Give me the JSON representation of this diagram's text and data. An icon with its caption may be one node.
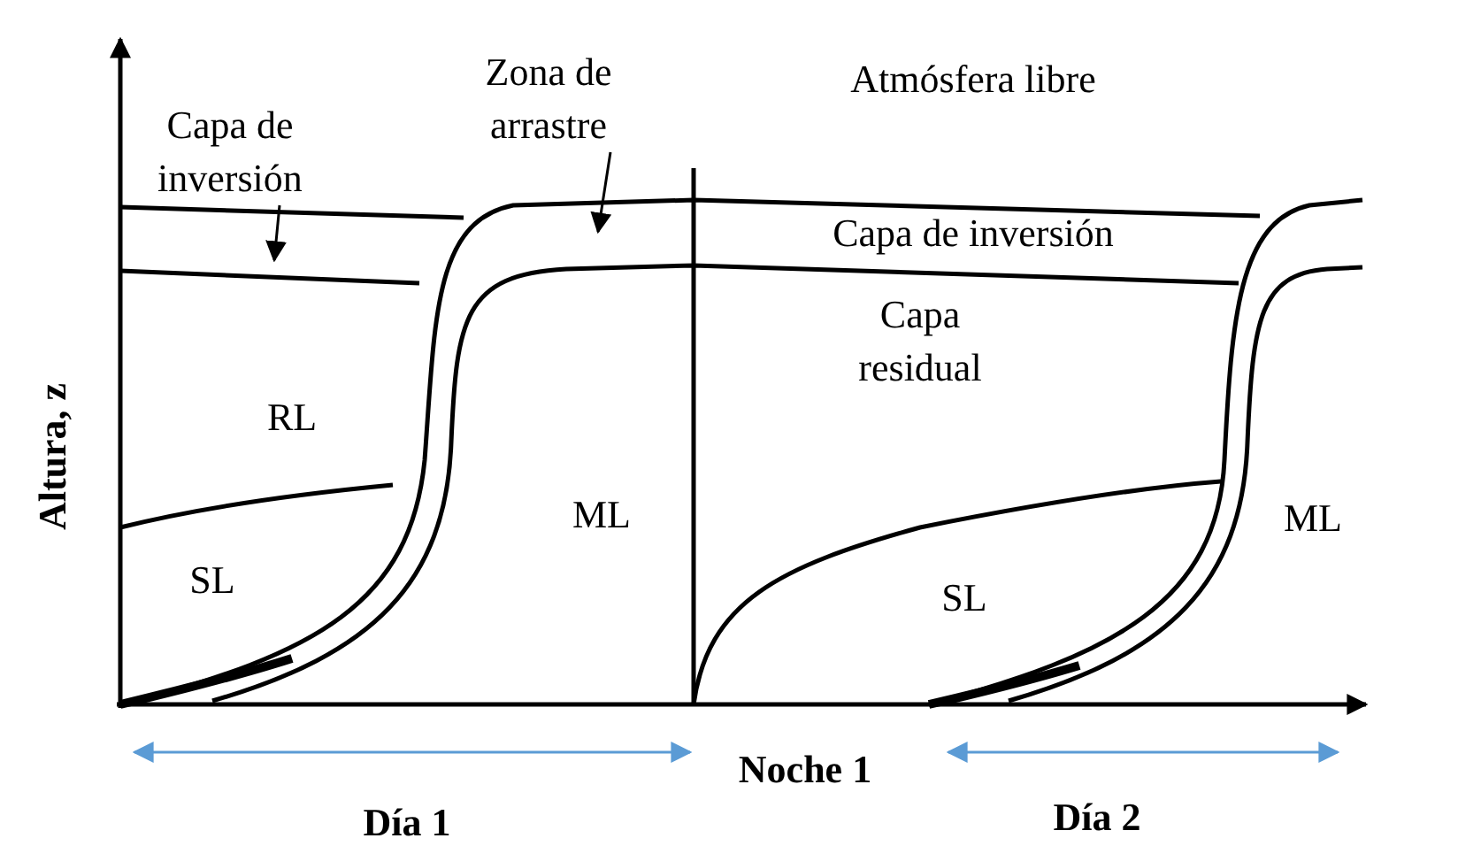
{
  "diagram": {
    "nodes": [
      {
        "text": [
          "Capa de inversión"
        ]
      },
      {
        "text": [
          "Zona de arrastre"
        ]
      }
    ],
    "edges": [
      {
        "from": 0,
        "to": null,
        "arrow": "to"
      },
      {
        "from": 1,
        "to": null,
        "arrow": "to"
      }
    ],
    "labels": [
      "Atmósfera libre",
      "Capa de inversión",
      "RL",
      "Capa residual",
      "ML",
      "SL",
      "SL",
      "ML",
      "Altura, z",
      "Noche 1",
      "Día 1",
      "Día 2"
    ]
  }
}
